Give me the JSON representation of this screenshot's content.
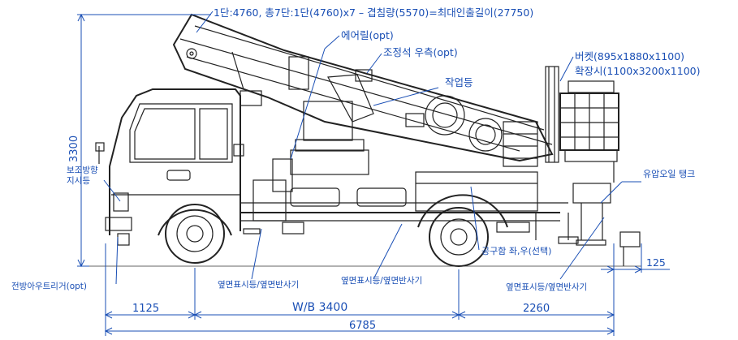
{
  "callouts": {
    "boom_spec": "1단:4760, 총7단:1단(4760)x7 – 겹침량(5570)=최대인출길이(27750)",
    "airline": "에어릴(opt)",
    "control_seat": "조정석 우측(opt)",
    "work_light": "작업등",
    "bucket_line1": "버켓(895x1880x1100)",
    "bucket_line2": "확장시(1100x3200x1100)",
    "turn_signal_line1": "보조방향",
    "turn_signal_line2": "지시등",
    "hydraulic_tank": "유압오일 탱크",
    "tool_box": "공구함 좌,우(선택)",
    "front_trigger": "전방아우트리거(opt)",
    "side_marker_1": "옆면표시등/옆면반사기",
    "side_marker_2": "옆면표시등/옆면반사기",
    "side_marker_3": "옆면표시등/옆면반사기"
  },
  "dimensions": {
    "height": "3300",
    "front_overhang": "1125",
    "wheelbase": "W/B 3400",
    "rear_overhang": "2260",
    "total_length": "6785",
    "rear_offset": "125"
  },
  "colors": {
    "annotation": "#1a4fb5",
    "drawing": "#222222"
  }
}
